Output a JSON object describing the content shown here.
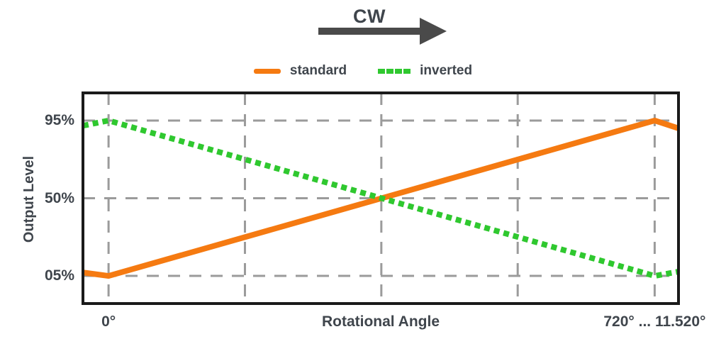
{
  "header": {
    "direction_label": "CW"
  },
  "chart_data": {
    "type": "line",
    "title": "",
    "xlabel": "Rotational Angle",
    "ylabel": "Output Level",
    "ylim": [
      -11,
      111
    ],
    "grid": true,
    "legend_position": "top-center",
    "y_ticks": [
      {
        "value": 95,
        "label": "95%"
      },
      {
        "value": 50,
        "label": "50%"
      },
      {
        "value": 5,
        "label": "05%"
      }
    ],
    "x_ticks": [
      {
        "fraction": 0.043,
        "label": "0°"
      },
      {
        "fraction": 0.96,
        "label": "720° ... 11.520°"
      }
    ],
    "x_gridline_fractions": [
      0.043,
      0.272,
      0.501,
      0.73,
      0.96
    ],
    "series": [
      {
        "name": "standard",
        "color": "#F57A11",
        "line_style": "solid",
        "points": [
          [
            0,
            7
          ],
          [
            0.043,
            5
          ],
          [
            0.96,
            95
          ],
          [
            1,
            90.5
          ]
        ]
      },
      {
        "name": "inverted",
        "color": "#2FC82F",
        "line_style": "dotted",
        "points": [
          [
            0,
            92
          ],
          [
            0.043,
            95
          ],
          [
            0.96,
            5
          ],
          [
            1,
            7.5
          ]
        ]
      }
    ],
    "colors": {
      "grid": "#9B9B9B",
      "border": "#1A1A1A",
      "text": "#3F454C",
      "arrow": "#4A4A4A"
    }
  }
}
